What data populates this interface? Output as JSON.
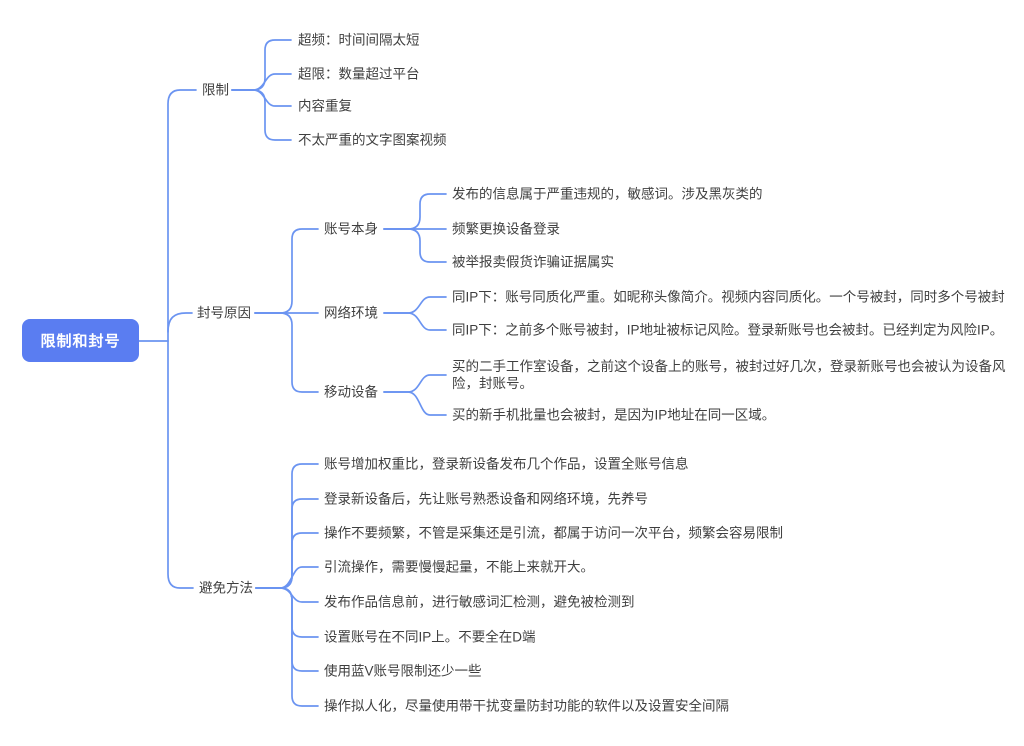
{
  "colors": {
    "root_bg": "#5a7df1",
    "root_text": "#ffffff",
    "connector": "#6b94f1",
    "topic_text": "#3f3f3f",
    "canvas_bg": "#ffffff"
  },
  "root": {
    "label": "限制和封号"
  },
  "branches": [
    {
      "label": "限制",
      "children": [
        {
          "label": "超频：时间间隔太短"
        },
        {
          "label": "超限：数量超过平台"
        },
        {
          "label": "内容重复"
        },
        {
          "label": "不太严重的文字图案视频"
        }
      ]
    },
    {
      "label": "封号原因",
      "children": [
        {
          "label": "账号本身",
          "children": [
            {
              "label": "发布的信息属于严重违规的，敏感词。涉及黑灰类的"
            },
            {
              "label": "频繁更换设备登录"
            },
            {
              "label": "被举报卖假货诈骗证据属实"
            }
          ]
        },
        {
          "label": "网络环境",
          "children": [
            {
              "label": "同IP下：账号同质化严重。如昵称头像简介。视频内容同质化。一个号被封，同时多个号被封"
            },
            {
              "label": "同IP下：之前多个账号被封，IP地址被标记风险。登录新账号也会被封。已经判定为风险IP。"
            }
          ]
        },
        {
          "label": "移动设备",
          "children": [
            {
              "label": "买的二手工作室设备，之前这个设备上的账号，被封过好几次，登录新账号也会被认为设备风险，封账号。"
            },
            {
              "label": "买的新手机批量也会被封，是因为IP地址在同一区域。"
            }
          ]
        }
      ]
    },
    {
      "label": "避免方法",
      "children": [
        {
          "label": "账号增加权重比，登录新设备发布几个作品，设置全账号信息"
        },
        {
          "label": "登录新设备后，先让账号熟悉设备和网络环境，先养号"
        },
        {
          "label": "操作不要频繁，不管是采集还是引流，都属于访问一次平台，频繁会容易限制"
        },
        {
          "label": "引流操作，需要慢慢起量，不能上来就开大。"
        },
        {
          "label": "发布作品信息前，进行敏感词汇检测，避免被检测到"
        },
        {
          "label": "设置账号在不同IP上。不要全在D端"
        },
        {
          "label": "使用蓝V账号限制还少一些"
        },
        {
          "label": "操作拟人化，尽量使用带干扰变量防封功能的软件以及设置安全间隔"
        }
      ]
    }
  ]
}
